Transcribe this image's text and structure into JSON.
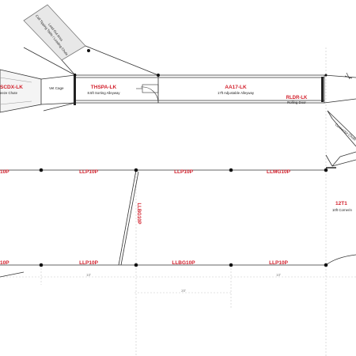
{
  "labels": {
    "chute_code": "SCDX-LK",
    "chute_name": "eeze Chute",
    "vet_cage": "Vet Cage",
    "sort_code": "THSPA-LK",
    "sort_name": "8.5ft Sorting Alleyway",
    "adj_code": "AA17-LK",
    "adj_name": "17ft Adjustable Alleyway",
    "door_code": "RLDR-LK",
    "door_name": "Rolling Door",
    "loading_line1": "Load Out Area",
    "loading_line2": "Calf Tipping Table / Loading Chute",
    "connect_line1": "Connector Chute",
    "gate_code": "12T1",
    "gate_name": "10ft Cornerin"
  },
  "panels_top": [
    "LLP10P",
    "LLP10P",
    "LLMG10P"
  ],
  "panels_bottom": [
    "LLP10P",
    "LLBG10P",
    "LLP10P",
    "10P"
  ],
  "panel_left_top": "10P",
  "panel_vertical": "LLBG10P",
  "dimensions": [
    "10'",
    "20'",
    "10'"
  ]
}
